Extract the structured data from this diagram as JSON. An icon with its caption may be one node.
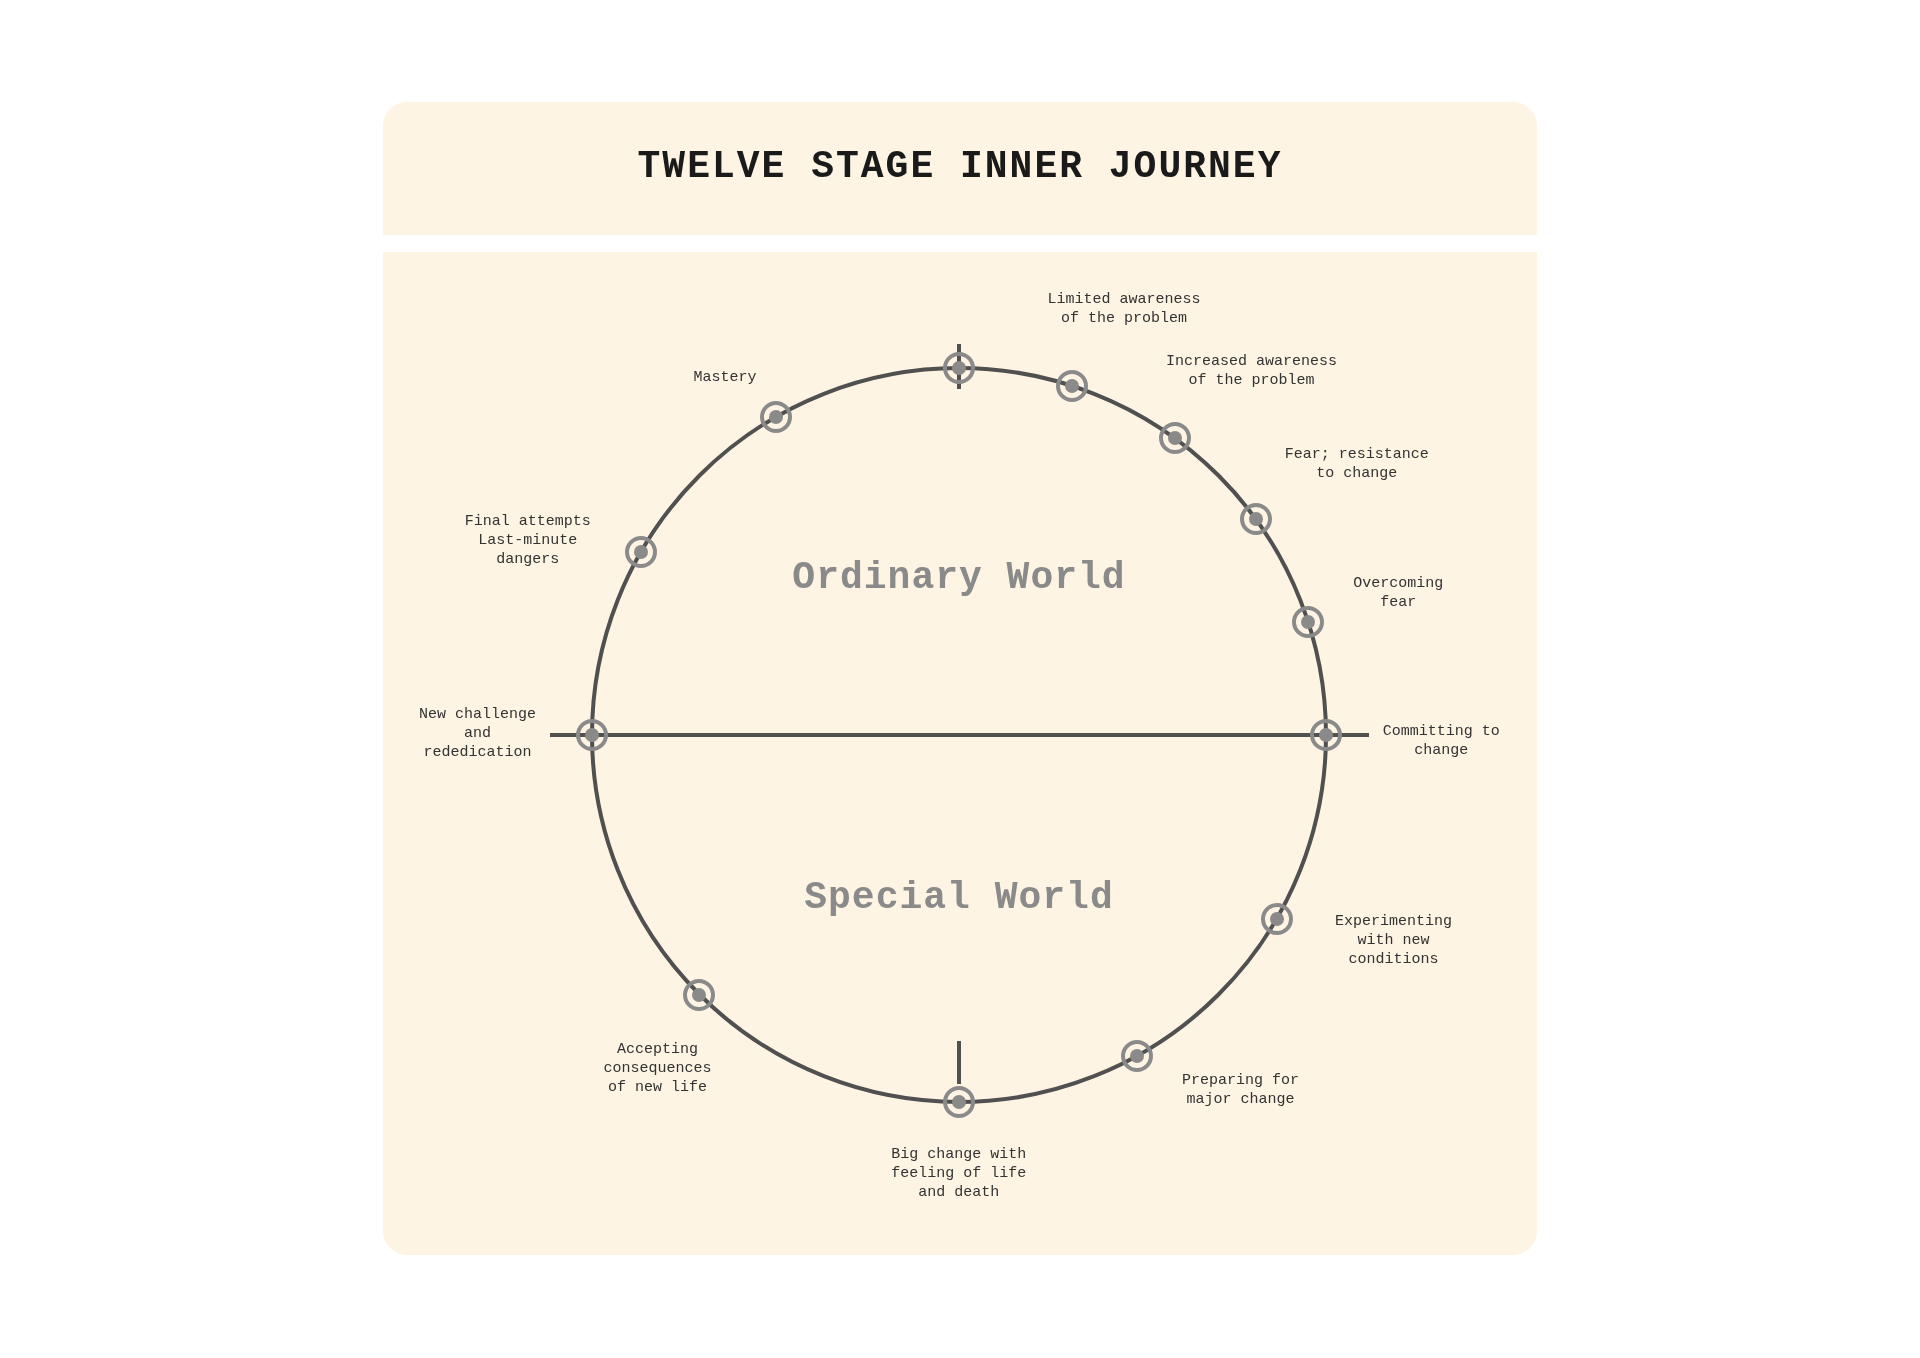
{
  "diagram": {
    "title": "TWELVE STAGE INNER JOURNEY",
    "nodes": [
      {
        "text": [],
        "shape": "circle"
      },
      {
        "text": [],
        "shape": "circle",
        "beside": [
          "Limited awareness of the problem"
        ]
      },
      {
        "text": [],
        "shape": "circle",
        "beside": [
          "Increased awareness of the problem"
        ]
      },
      {
        "text": [],
        "shape": "circle",
        "beside": [
          "Fear; resistance to change"
        ]
      },
      {
        "text": [],
        "shape": "circle",
        "beside": [
          "Overcoming fear"
        ]
      },
      {
        "text": [],
        "shape": "circle",
        "beside": [
          "Committing to change"
        ]
      },
      {
        "text": [],
        "shape": "circle",
        "beside": [
          "Experimenting with new conditions"
        ]
      },
      {
        "text": [],
        "shape": "circle",
        "beside": [
          "Preparing for major change"
        ]
      },
      {
        "text": [],
        "shape": "circle",
        "beside": [
          "Big change with feeling of life and death"
        ]
      },
      {
        "text": [],
        "shape": "circle",
        "beside": [
          "Accepting consequences of new life"
        ]
      },
      {
        "text": [],
        "shape": "circle",
        "beside": [
          "New challenge and rededication"
        ]
      },
      {
        "text": [],
        "shape": "circle",
        "beside": [
          "Final attempts Last-minute dangers"
        ]
      },
      {
        "text": [],
        "shape": "circle",
        "beside": [
          "Mastery"
        ]
      }
    ],
    "labels": [
      "Ordinary World",
      "Special World"
    ]
  }
}
